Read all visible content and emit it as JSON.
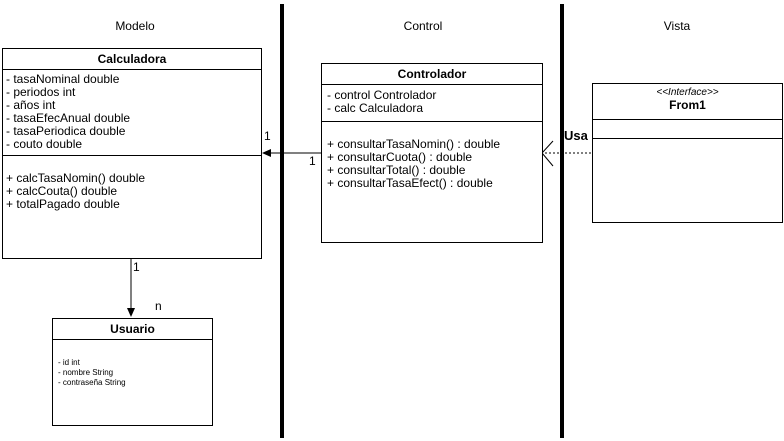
{
  "columns": {
    "modelo": "Modelo",
    "control": "Control",
    "vista": "Vista"
  },
  "calculadora": {
    "name": "Calculadora",
    "attributes": [
      "- tasaNominal double",
      "- periodos int",
      "- años int",
      "- tasaEfecAnual double",
      "- tasaPeriodica double",
      "- couto double"
    ],
    "methods": [
      "+ calcTasaNomin() double",
      "+ calcCouta() double",
      "+ totalPagado double"
    ]
  },
  "controlador": {
    "name": "Controlador",
    "attributes": [
      "- control Controlador",
      "- calc Calculadora"
    ],
    "methods": [
      "+ consultarTasaNomin() : double",
      "+ consultarCuota() : double",
      "+ consultarTotal() : double",
      "+ consultarTasaEfect() : double"
    ]
  },
  "from1": {
    "stereotype": "<<Interface>>",
    "name": "From1"
  },
  "usuario": {
    "name": "Usuario",
    "attributes": [
      "- id int",
      "- nombre String",
      "- contraseña String"
    ]
  },
  "relations": {
    "calc_ctrl_left": "1",
    "calc_ctrl_right": "1",
    "calc_user_top": "1",
    "calc_user_bottom": "n",
    "usa": "Usa"
  }
}
